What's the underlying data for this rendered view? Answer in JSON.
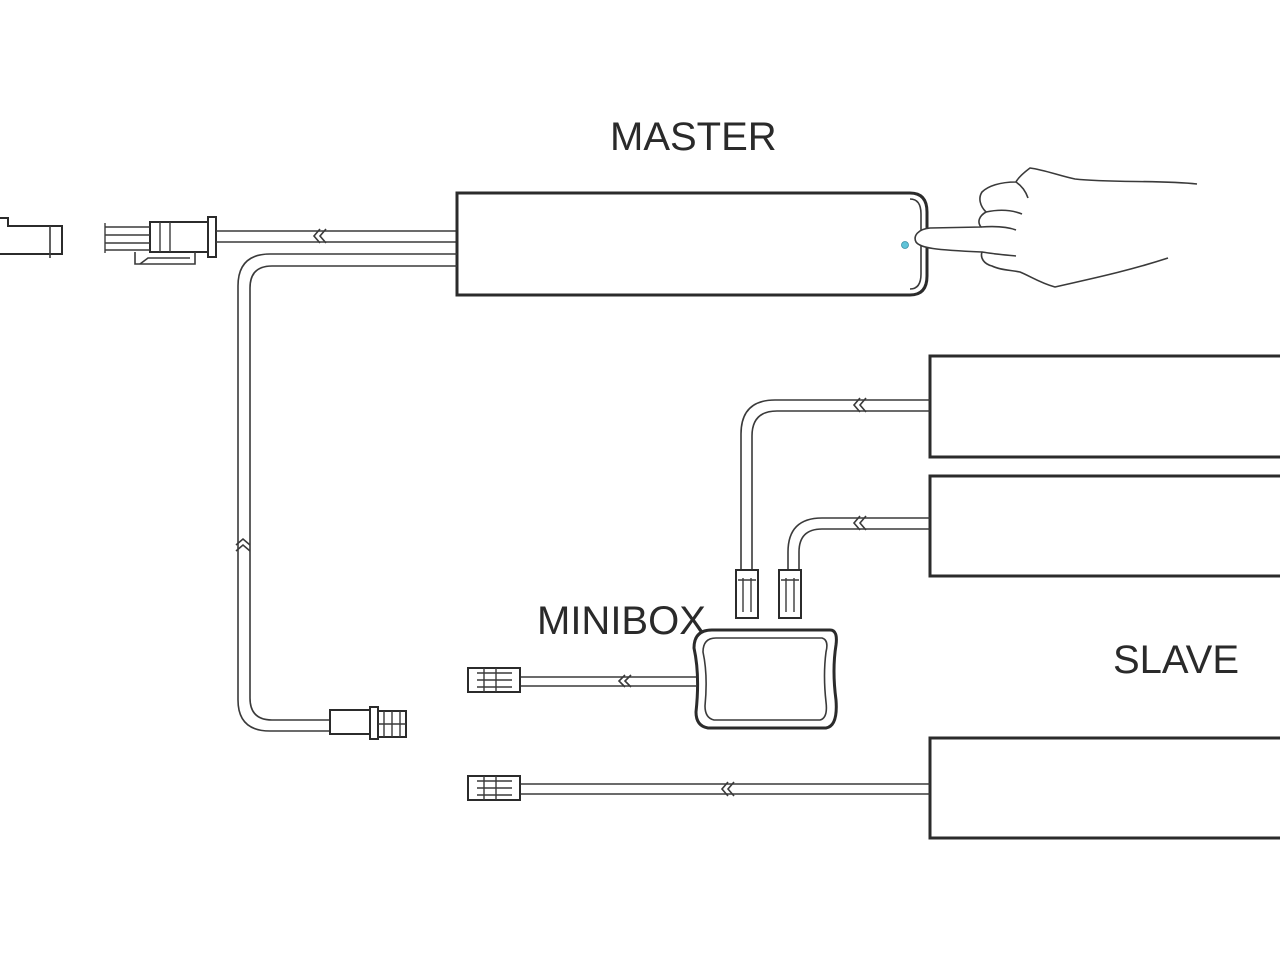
{
  "labels": {
    "master": "MASTER",
    "minibox": "MINIBOX",
    "slave": "SLAVE"
  },
  "colors": {
    "line": "#2b2b2b",
    "indicator_led": "#5fc3d8",
    "background": "#ffffff"
  },
  "icons": [
    "hand-icon",
    "connector-icon",
    "arrow-marker-icon"
  ]
}
